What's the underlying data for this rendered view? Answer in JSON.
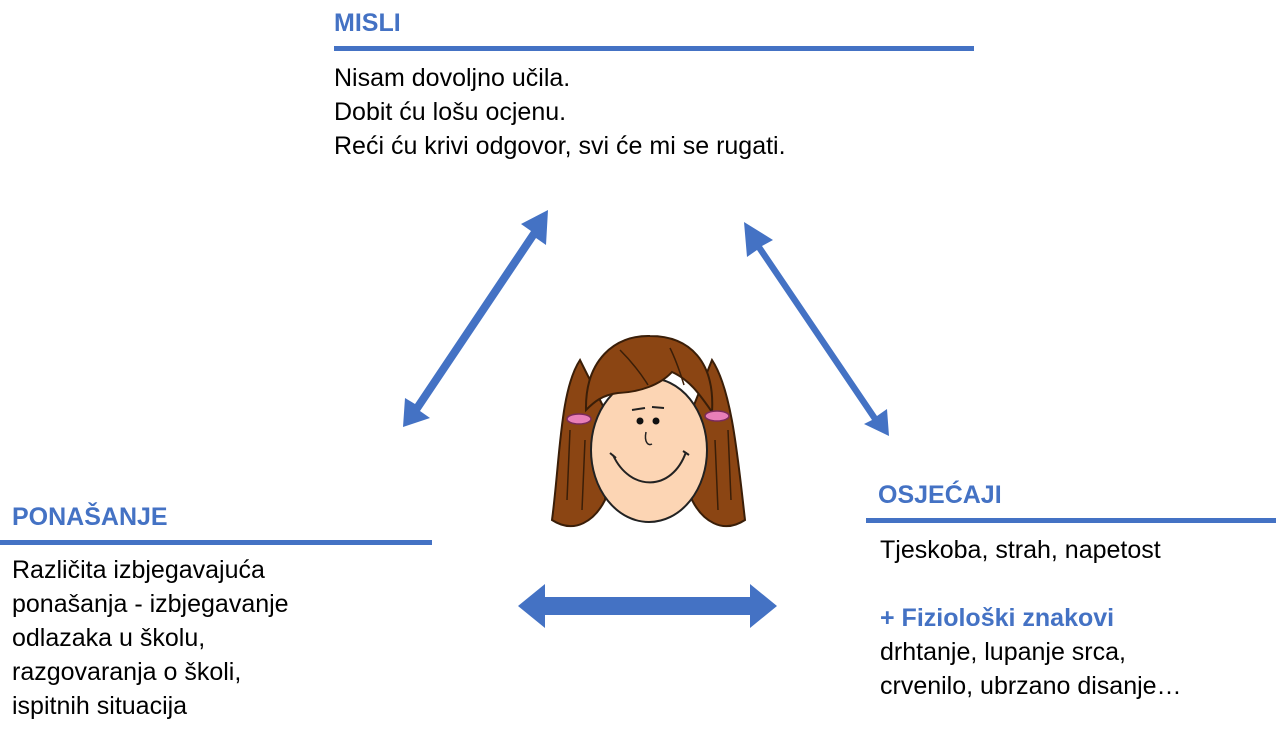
{
  "misli": {
    "title": "MISLI",
    "lines": [
      "Nisam dovoljno učila.",
      "Dobit ću lošu ocjenu.",
      "Reći ću krivi odgovor, svi će mi se rugati."
    ]
  },
  "ponasanje": {
    "title": "PONAŠANJE",
    "lines": [
      "Različita izbjegavajuća",
      "ponašanja - izbjegavanje",
      "odlazaka u školu,",
      "razgovaranja o školi,",
      "ispitnih situacija"
    ]
  },
  "osjecaji": {
    "title": "OSJEĆAJI",
    "lines": [
      "Tjeskoba, strah, napetost"
    ],
    "sub_title": "+ Fiziološki znakovi",
    "sub_lines": [
      "drhtanje, lupanje srca,",
      "crvenilo, ubrzano disanje…"
    ]
  },
  "colors": {
    "accent": "#4472c4",
    "hair": "#8b4513",
    "skin": "#fcd5b4",
    "ribbon": "#e87fb8"
  },
  "icons": [
    "double-arrow-icon",
    "girl-face-icon"
  ]
}
